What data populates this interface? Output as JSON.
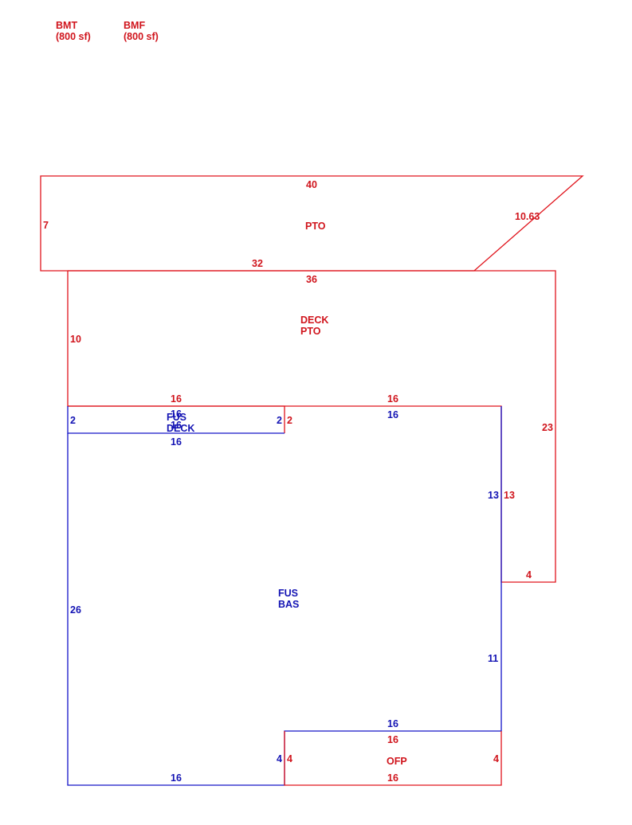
{
  "colors": {
    "red": "#e0141c",
    "blue": "#1414c8"
  },
  "summary": [
    {
      "code": "BMT",
      "area": "(800 sf)"
    },
    {
      "code": "BMF",
      "area": "(800 sf)"
    }
  ],
  "areas": {
    "pto": [
      "PTO"
    ],
    "deck_pto": [
      "DECK",
      "PTO"
    ],
    "fus_deck": [
      "FUS",
      "DECK"
    ],
    "fus_bas": [
      "FUS",
      "BAS"
    ],
    "ofp": [
      "OFP"
    ]
  },
  "dims": {
    "pto_top": "40",
    "pto_left": "7",
    "pto_diag": "10.63",
    "pto_bottom": "32",
    "deck_top": "36",
    "deck_left": "10",
    "deck_right": "23",
    "deck_inner_left": "16",
    "deck_inner_right": "16",
    "deck_step": "13",
    "deck_step_bottom": "4",
    "fus_deck_top": "16",
    "fus_deck_left": "2",
    "fus_deck_right": "2",
    "fus_deck_right_red": "2",
    "fus_deck_bottom": "16",
    "fus_deck_overlap_a": "16",
    "fus_deck_overlap_b": "16",
    "bas_top": "16",
    "bas_right_upper": "13",
    "bas_left": "26",
    "bas_right_lower": "11",
    "bas_bottom": "16",
    "bas_step_top": "16",
    "bas_step": "4",
    "ofp_left": "4",
    "ofp_top": "16",
    "ofp_right": "4",
    "ofp_bottom": "16"
  }
}
